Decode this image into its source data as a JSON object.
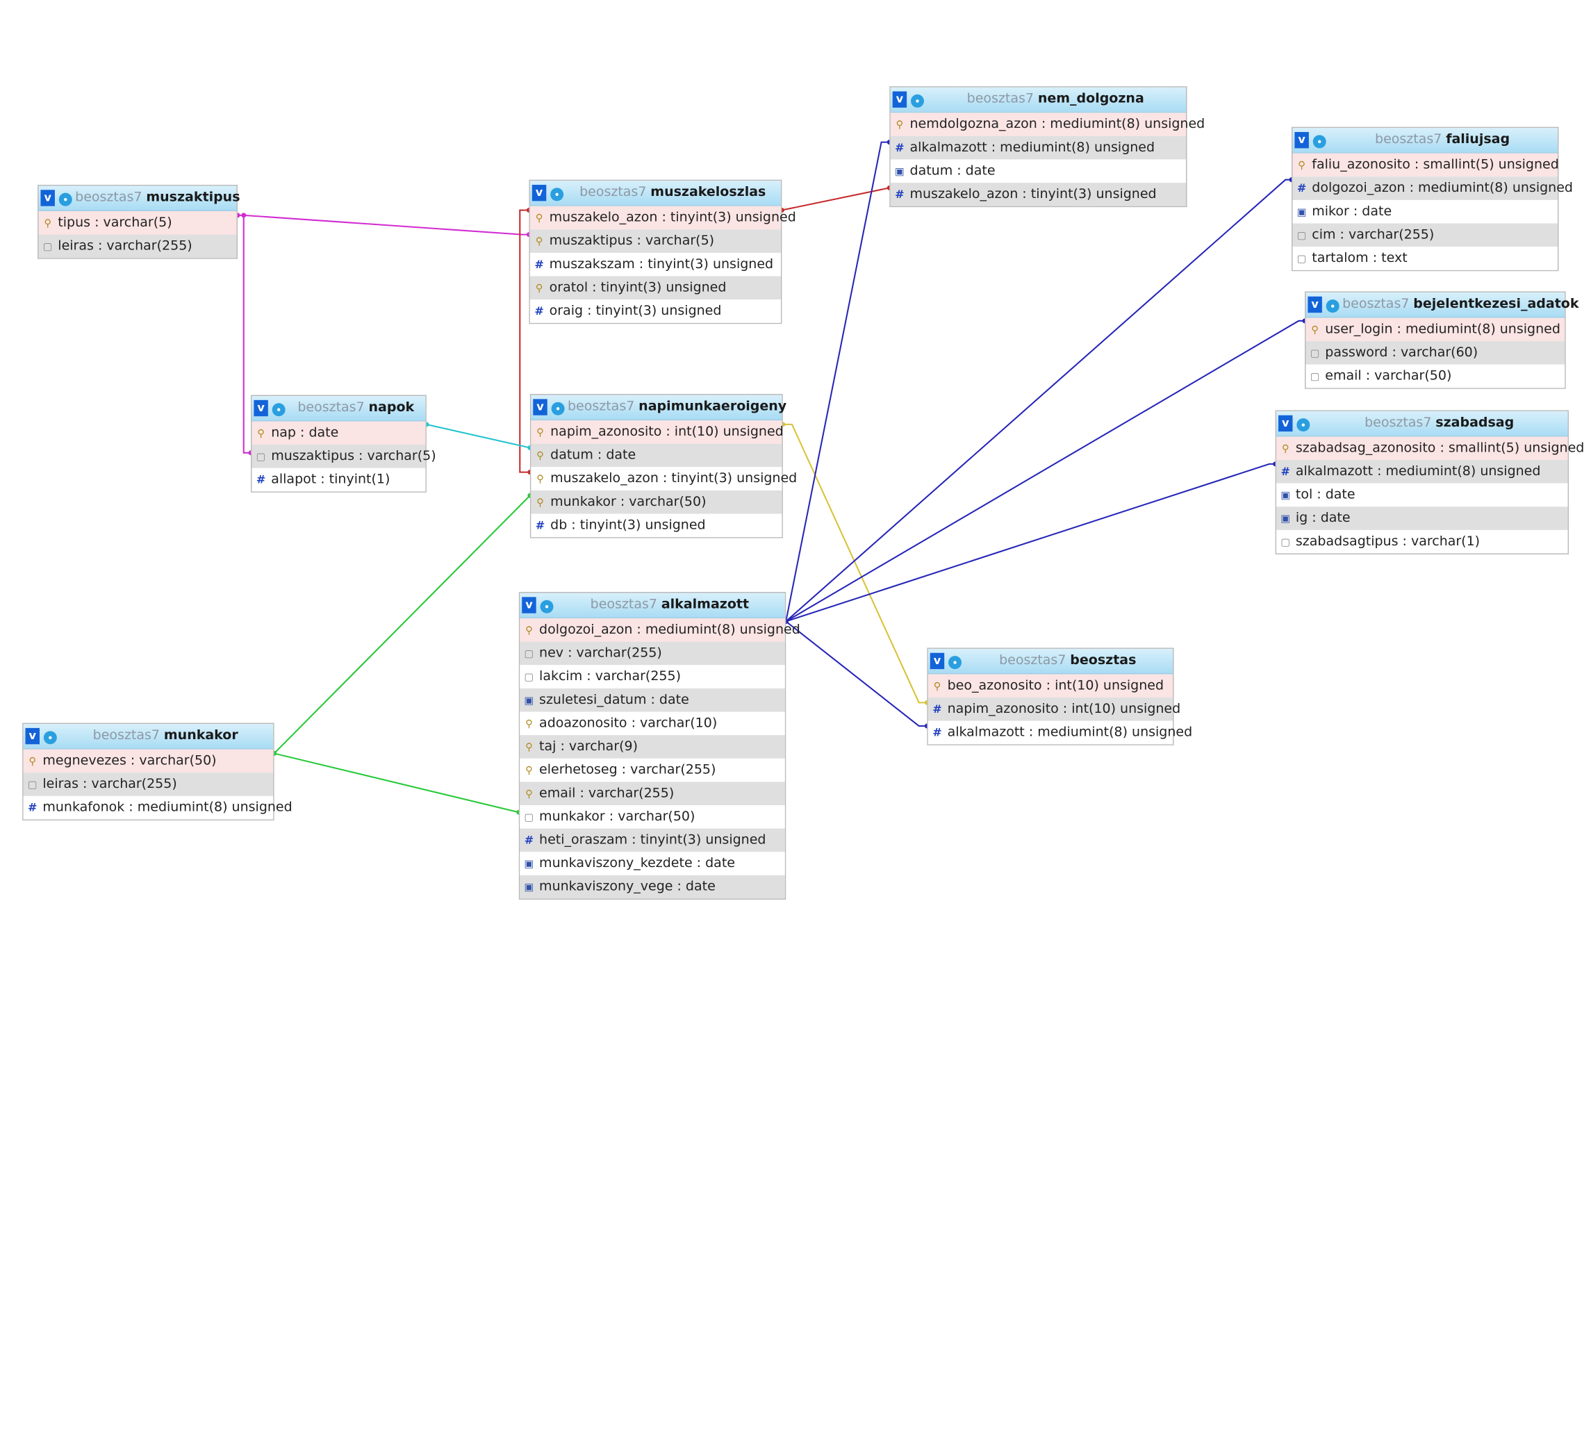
{
  "db_prefix": "beosztas7",
  "tables": {
    "muszaktipus": {
      "name": "muszaktipus",
      "columns": [
        {
          "icon": "key-icon",
          "text": "tipus : varchar(5)"
        },
        {
          "icon": "text-icon",
          "text": "leiras : varchar(255)"
        }
      ]
    },
    "muszakeloszlas": {
      "name": "muszakeloszlas",
      "columns": [
        {
          "icon": "key-icon",
          "text": "muszakelo_azon : tinyint(3) unsigned"
        },
        {
          "icon": "key-icon",
          "text": "muszaktipus : varchar(5)"
        },
        {
          "icon": "hash-icon",
          "text": "muszakszam : tinyint(3) unsigned"
        },
        {
          "icon": "key-icon",
          "text": "oratol : tinyint(3) unsigned"
        },
        {
          "icon": "hash-icon",
          "text": "oraig : tinyint(3) unsigned"
        }
      ]
    },
    "nem_dolgozna": {
      "name": "nem_dolgozna",
      "columns": [
        {
          "icon": "key-icon",
          "text": "nemdolgozna_azon : mediumint(8) unsigned"
        },
        {
          "icon": "hash-icon",
          "text": "alkalmazott : mediumint(8) unsigned"
        },
        {
          "icon": "date-icon",
          "text": "datum : date"
        },
        {
          "icon": "hash-icon",
          "text": "muszakelo_azon : tinyint(3) unsigned"
        }
      ]
    },
    "faliujsag": {
      "name": "faliujsag",
      "columns": [
        {
          "icon": "key-icon",
          "text": "faliu_azonosito : smallint(5) unsigned"
        },
        {
          "icon": "hash-icon",
          "text": "dolgozoi_azon : mediumint(8) unsigned"
        },
        {
          "icon": "date-icon",
          "text": "mikor : date"
        },
        {
          "icon": "text-icon",
          "text": "cim : varchar(255)"
        },
        {
          "icon": "text-icon",
          "text": "tartalom : text"
        }
      ]
    },
    "bejelentkezesi_adatok": {
      "name": "bejelentkezesi_adatok",
      "columns": [
        {
          "icon": "key-icon",
          "text": "user_login : mediumint(8) unsigned"
        },
        {
          "icon": "text-icon",
          "text": "password : varchar(60)"
        },
        {
          "icon": "text-icon",
          "text": "email : varchar(50)"
        }
      ]
    },
    "szabadsag": {
      "name": "szabadsag",
      "columns": [
        {
          "icon": "key-icon",
          "text": "szabadsag_azonosito : smallint(5) unsigned"
        },
        {
          "icon": "hash-icon",
          "text": "alkalmazott : mediumint(8) unsigned"
        },
        {
          "icon": "date-icon",
          "text": "tol : date"
        },
        {
          "icon": "date-icon",
          "text": "ig : date"
        },
        {
          "icon": "text-icon",
          "text": "szabadsagtipus : varchar(1)"
        }
      ]
    },
    "napok": {
      "name": "napok",
      "columns": [
        {
          "icon": "key-icon",
          "text": "nap : date"
        },
        {
          "icon": "text-icon",
          "text": "muszaktipus : varchar(5)"
        },
        {
          "icon": "hash-icon",
          "text": "allapot : tinyint(1)"
        }
      ]
    },
    "napimunkaeroigeny": {
      "name": "napimunkaeroigeny",
      "columns": [
        {
          "icon": "key-icon",
          "text": "napim_azonosito : int(10) unsigned"
        },
        {
          "icon": "key-icon",
          "text": "datum : date"
        },
        {
          "icon": "key-icon",
          "text": "muszakelo_azon : tinyint(3) unsigned"
        },
        {
          "icon": "key-icon",
          "text": "munkakor : varchar(50)"
        },
        {
          "icon": "hash-icon",
          "text": "db : tinyint(3) unsigned"
        }
      ]
    },
    "alkalmazott": {
      "name": "alkalmazott",
      "columns": [
        {
          "icon": "key-icon",
          "text": "dolgozoi_azon : mediumint(8) unsigned"
        },
        {
          "icon": "text-icon",
          "text": "nev : varchar(255)"
        },
        {
          "icon": "text-icon",
          "text": "lakcim : varchar(255)"
        },
        {
          "icon": "date-icon",
          "text": "szuletesi_datum : date"
        },
        {
          "icon": "key-icon",
          "text": "adoazonosito : varchar(10)"
        },
        {
          "icon": "key-icon",
          "text": "taj : varchar(9)"
        },
        {
          "icon": "key-icon",
          "text": "elerhetoseg : varchar(255)"
        },
        {
          "icon": "key-icon",
          "text": "email : varchar(255)"
        },
        {
          "icon": "text-icon",
          "text": "munkakor : varchar(50)"
        },
        {
          "icon": "hash-icon",
          "text": "heti_oraszam : tinyint(3) unsigned"
        },
        {
          "icon": "date-icon",
          "text": "munkaviszony_kezdete : date"
        },
        {
          "icon": "date-icon",
          "text": "munkaviszony_vege : date"
        }
      ]
    },
    "beosztas": {
      "name": "beosztas",
      "columns": [
        {
          "icon": "key-icon",
          "text": "beo_azonosito : int(10) unsigned"
        },
        {
          "icon": "hash-icon",
          "text": "napim_azonosito : int(10) unsigned"
        },
        {
          "icon": "hash-icon",
          "text": "alkalmazott : mediumint(8) unsigned"
        }
      ]
    },
    "munkakor": {
      "name": "munkakor",
      "columns": [
        {
          "icon": "key-icon",
          "text": "megnevezes : varchar(50)"
        },
        {
          "icon": "text-icon",
          "text": "leiras : varchar(255)"
        },
        {
          "icon": "hash-icon",
          "text": "munkafonok : mediumint(8) unsigned"
        }
      ]
    }
  },
  "relation_colors": {
    "muszaktipus": "#d12bd1",
    "muszakelo": "#c62828",
    "napok_napim": "#21c3cf",
    "munkakor": "#25c936",
    "alkalmazott": "#2525b8",
    "napim_beosztas": "#d8c234"
  }
}
